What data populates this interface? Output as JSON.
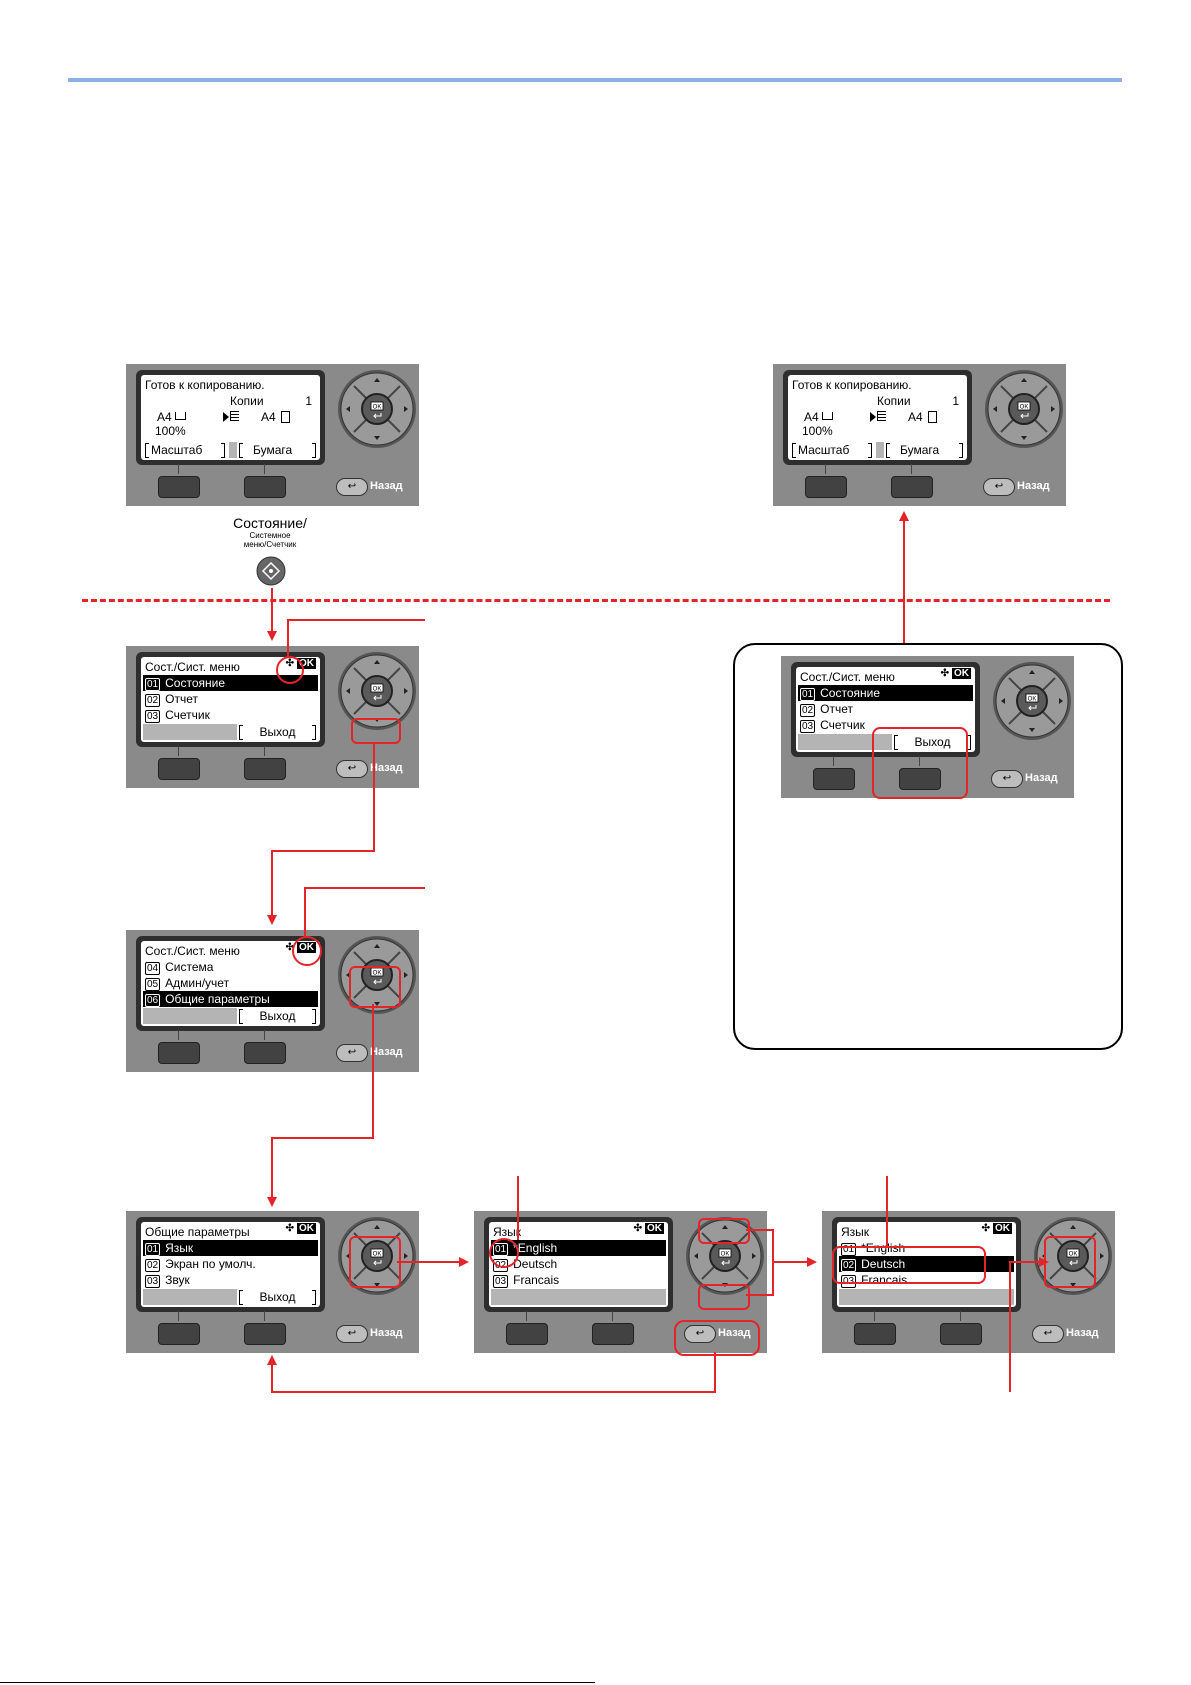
{
  "panels": {
    "p1": {
      "title": "Готов к копированию.",
      "copies_label": "Копии",
      "copies_value": "1",
      "paper_size_left": "A4",
      "zoom_value": "100%",
      "paper_size_right": "A4",
      "softkey_left": "Масштаб",
      "softkey_right": "Бумага",
      "back_label": "Назад"
    },
    "p2": {
      "title": "Готов к копированию.",
      "copies_label": "Копии",
      "copies_value": "1",
      "paper_size_left": "A4",
      "zoom_value": "100%",
      "paper_size_right": "A4",
      "softkey_left": "Масштаб",
      "softkey_right": "Бумага",
      "back_label": "Назад"
    },
    "p3": {
      "title": "Сост./Сист. меню",
      "items": [
        {
          "num": "01",
          "label": "Состояние"
        },
        {
          "num": "02",
          "label": "Отчет"
        },
        {
          "num": "03",
          "label": "Счетчик"
        }
      ],
      "softkey_right": "Выход",
      "back_label": "Назад"
    },
    "p4": {
      "title": "Сост./Сист. меню",
      "items": [
        {
          "num": "01",
          "label": "Состояние"
        },
        {
          "num": "02",
          "label": "Отчет"
        },
        {
          "num": "03",
          "label": "Счетчик"
        }
      ],
      "softkey_right": "Выход",
      "back_label": "Назад"
    },
    "p5": {
      "title": "Сост./Сист. меню",
      "items": [
        {
          "num": "04",
          "label": "Система"
        },
        {
          "num": "05",
          "label": "Админ/учет"
        },
        {
          "num": "06",
          "label": "Общие параметры"
        }
      ],
      "softkey_right": "Выход",
      "back_label": "Назад"
    },
    "p6": {
      "title": "Общие параметры",
      "items": [
        {
          "num": "01",
          "label": "Язык"
        },
        {
          "num": "02",
          "label": "Экран по умолч."
        },
        {
          "num": "03",
          "label": "Звук"
        }
      ],
      "softkey_right": "Выход",
      "back_label": "Назад"
    },
    "p7": {
      "title": "Язык",
      "items": [
        {
          "num": "01",
          "label": "*English"
        },
        {
          "num": "02",
          "label": "Deutsch"
        },
        {
          "num": "03",
          "label": "Francais"
        }
      ],
      "back_label": "Назад"
    },
    "p8": {
      "title": "Язык",
      "items": [
        {
          "num": "01",
          "label": "*English"
        },
        {
          "num": "02",
          "label": "Deutsch"
        },
        {
          "num": "03",
          "label": "Francais"
        }
      ],
      "back_label": "Назад"
    }
  },
  "ok_key_label": "OK",
  "status_key": {
    "label_main": "Состояние/",
    "label_sub1": "Системное",
    "label_sub2": "меню/Счетчик"
  },
  "colors": {
    "accent_red": "#e5242a",
    "panel_gray": "#8a8a8a",
    "top_rule": "#8fb0e6"
  },
  "icons": {
    "nav": "four-way-arrow-icon",
    "ok": "ok-icon",
    "back": "back-arrow-icon",
    "status": "status-key-icon"
  }
}
